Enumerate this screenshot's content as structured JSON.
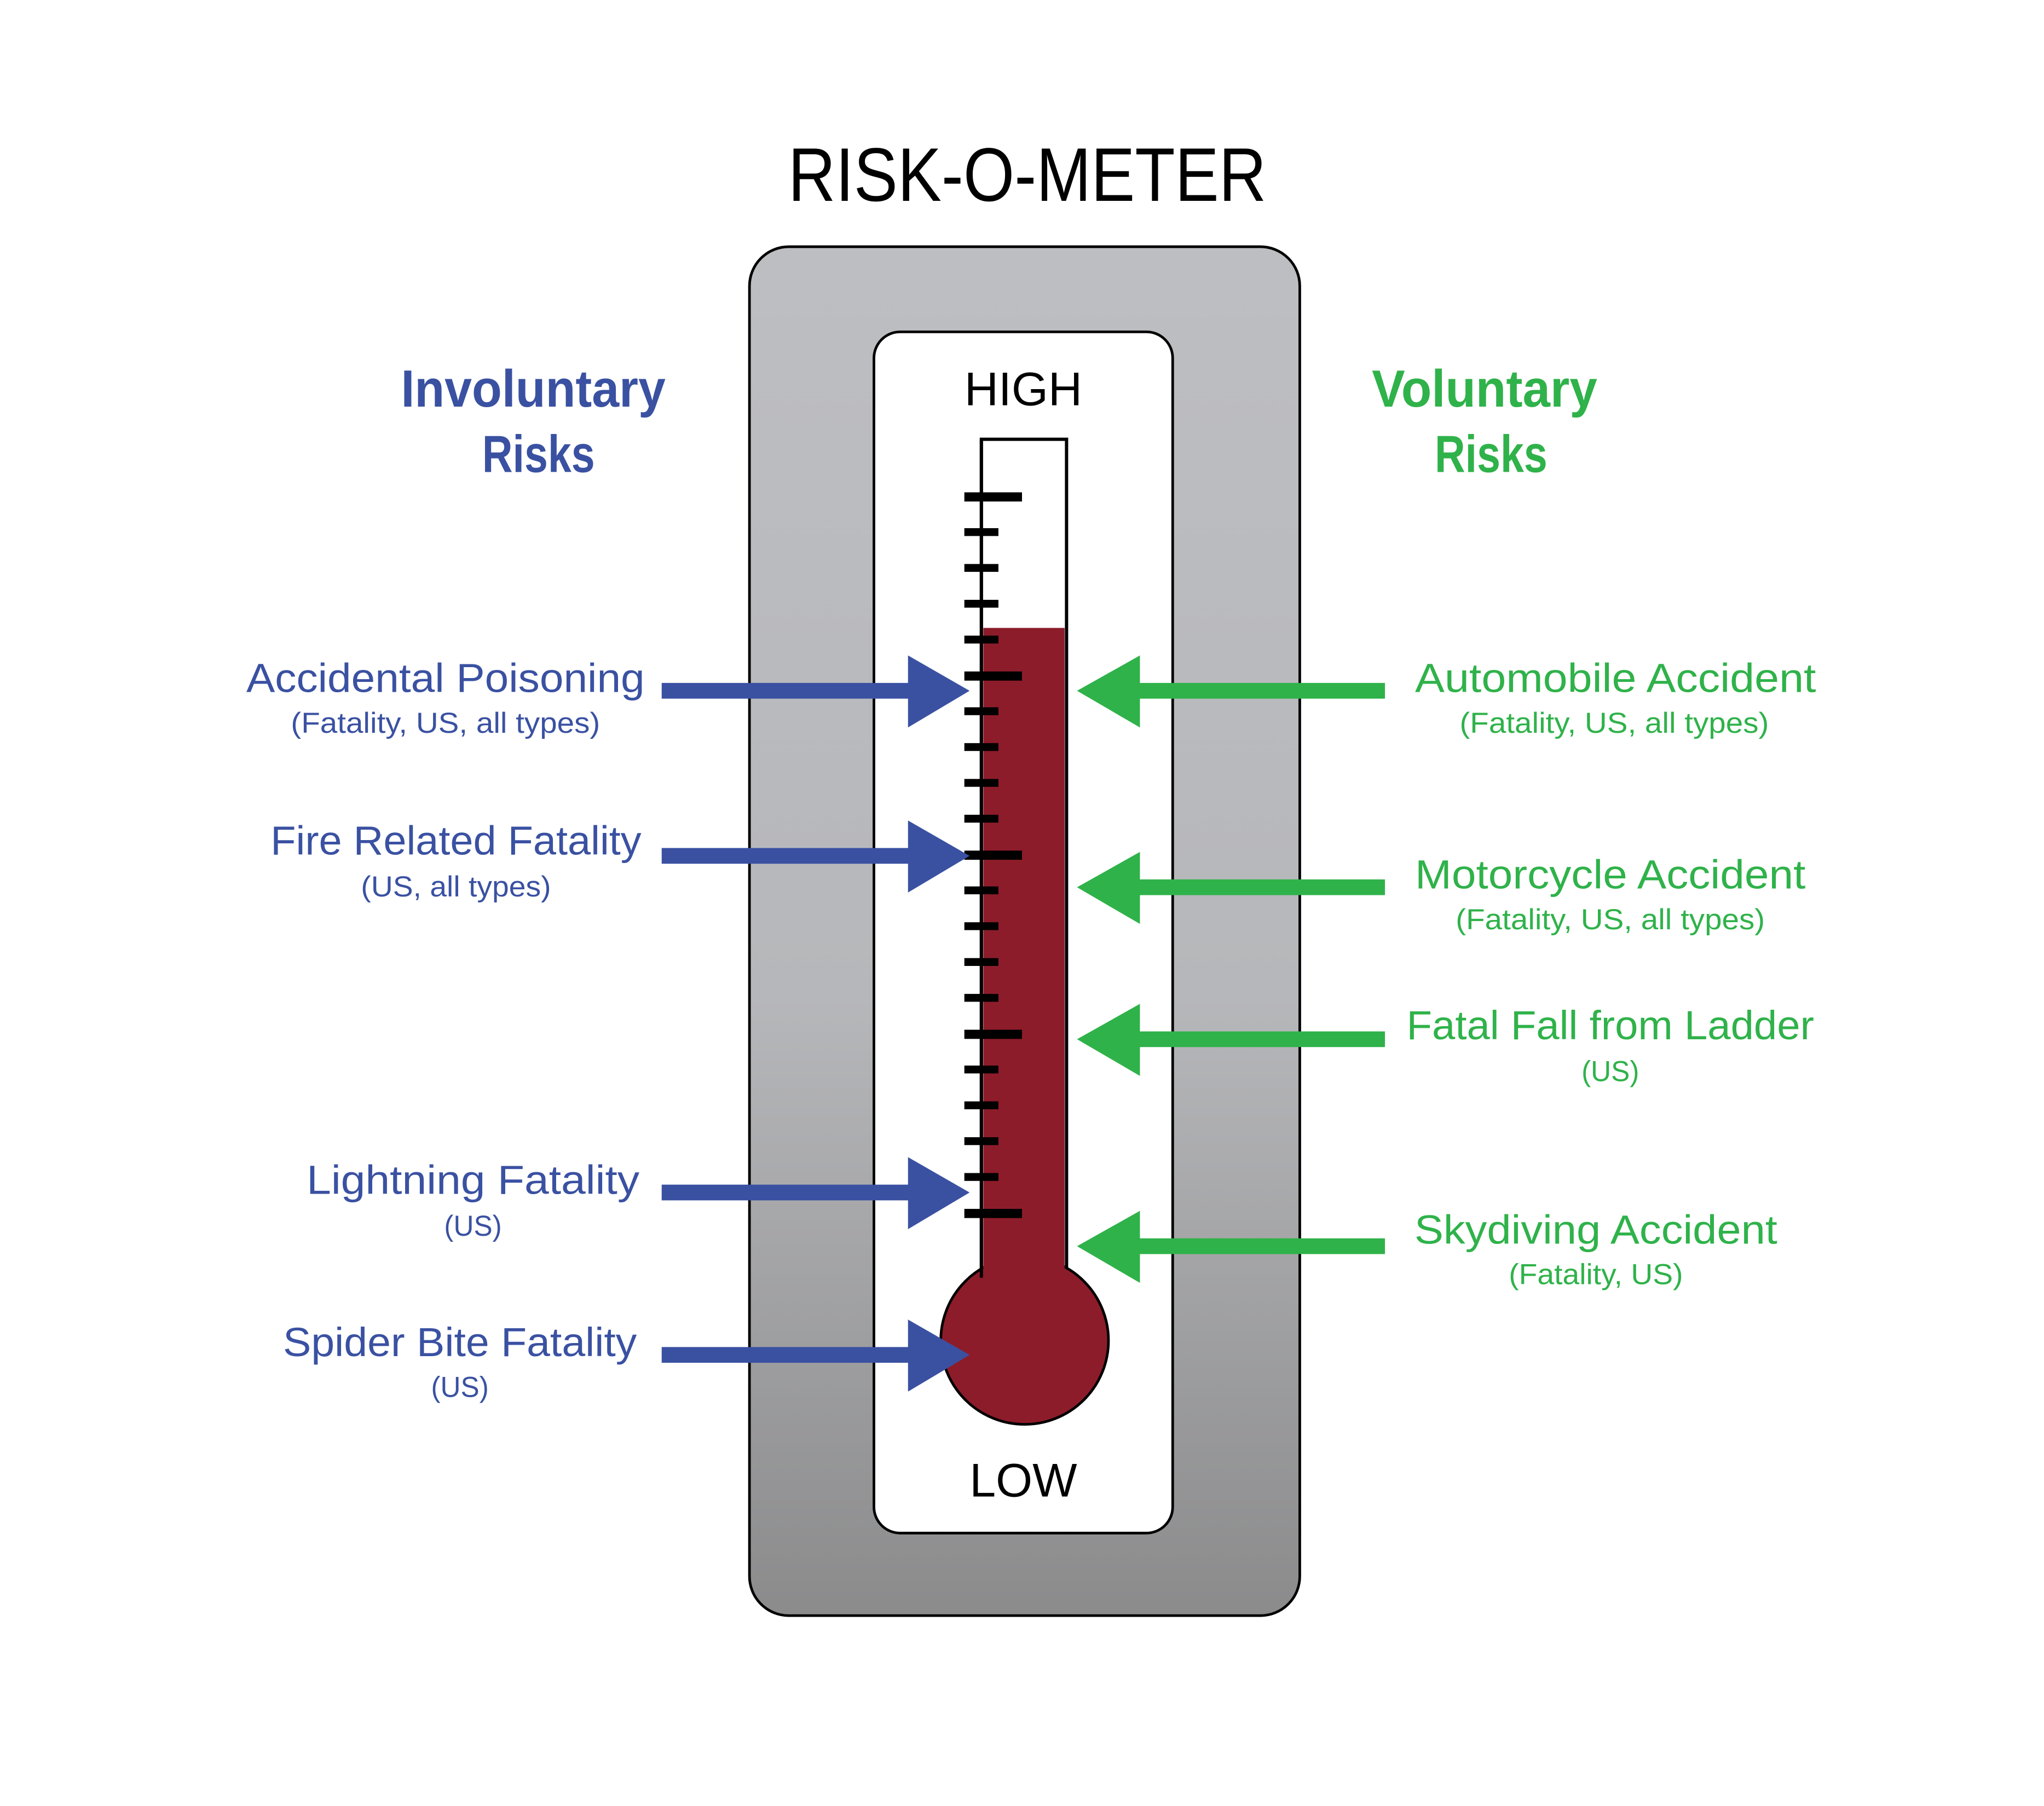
{
  "title": "RISK-O-METER",
  "scale": {
    "high_label": "HIGH",
    "low_label": "LOW"
  },
  "colors": {
    "involuntary": "#3a51a2",
    "voluntary": "#2fb24a",
    "mercury": "#8d1c2a",
    "frame_top": "#bdbec2",
    "frame_bottom": "#8b8b8c"
  },
  "involuntary": {
    "heading_line1": "Involuntary",
    "heading_line2": "Risks",
    "items": [
      {
        "label": "Accidental Poisoning",
        "sublabel": "(Fatality, US, all types)"
      },
      {
        "label": "Fire Related Fatality",
        "sublabel": "(US, all types)"
      },
      {
        "label": "Lightning Fatality",
        "sublabel": "(US)"
      },
      {
        "label": "Spider Bite Fatality",
        "sublabel": "(US)"
      }
    ]
  },
  "voluntary": {
    "heading_line1": "Voluntary",
    "heading_line2": "Risks",
    "items": [
      {
        "label": "Automobile Accident",
        "sublabel": "(Fatality, US, all types)"
      },
      {
        "label": "Motorcycle Accident",
        "sublabel": "(Fatality, US, all types)"
      },
      {
        "label": "Fatal Fall from Ladder",
        "sublabel": "(US)"
      },
      {
        "label": "Skydiving Accident",
        "sublabel": "(Fatality, US)"
      }
    ]
  }
}
